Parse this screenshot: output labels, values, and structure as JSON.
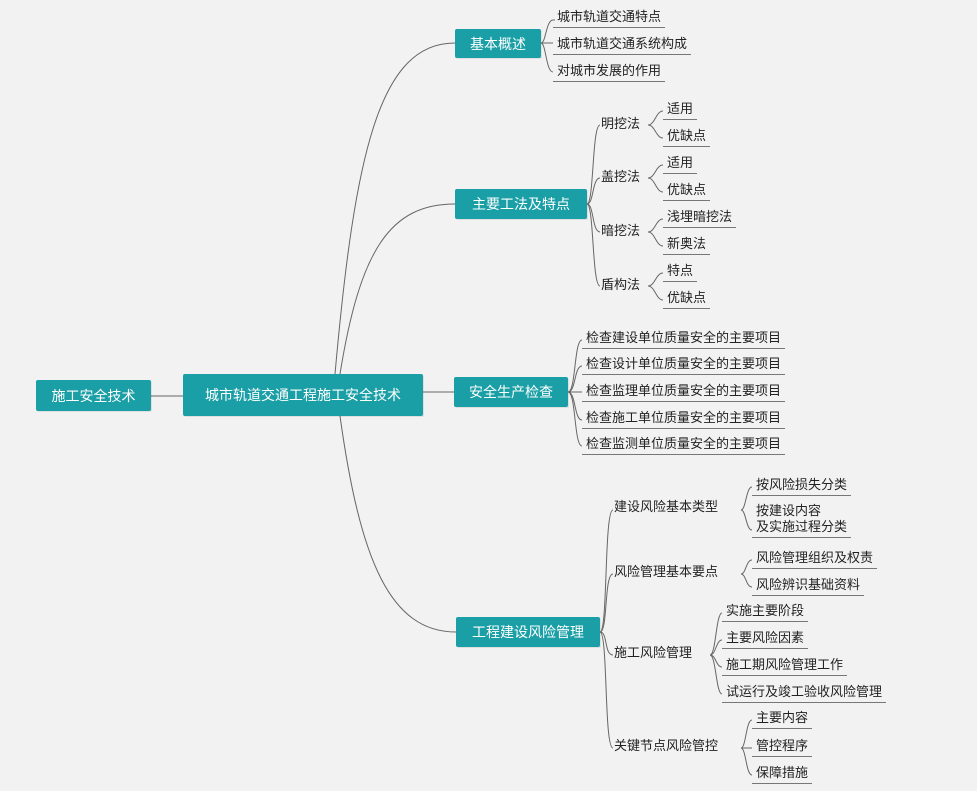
{
  "root": "施工安全技术",
  "center": "城市轨道交通工程施工安全技术",
  "branches": [
    {
      "title": "基本概述",
      "items": [
        "城市轨道交通特点",
        "城市轨道交通系统构成",
        "对城市发展的作用"
      ]
    },
    {
      "title": "主要工法及特点",
      "groups": [
        {
          "title": "明挖法",
          "items": [
            "适用",
            "优缺点"
          ]
        },
        {
          "title": "盖挖法",
          "items": [
            "适用",
            "优缺点"
          ]
        },
        {
          "title": "暗挖法",
          "items": [
            "浅埋暗挖法",
            "新奥法"
          ]
        },
        {
          "title": "盾构法",
          "items": [
            "特点",
            "优缺点"
          ]
        }
      ]
    },
    {
      "title": "安全生产检查",
      "items": [
        "检查建设单位质量安全的主要项目",
        "检查设计单位质量安全的主要项目",
        "检查监理单位质量安全的主要项目",
        "检查施工单位质量安全的主要项目",
        "检查监测单位质量安全的主要项目"
      ]
    },
    {
      "title": "工程建设风险管理",
      "groups": [
        {
          "title": "建设风险基本类型",
          "items": [
            "按风险损失分类",
            "按建设内容\n及实施过程分类"
          ]
        },
        {
          "title": "风险管理基本要点",
          "items": [
            "风险管理组织及权责",
            "风险辨识基础资料"
          ]
        },
        {
          "title": "施工风险管理",
          "items": [
            "实施主要阶段",
            "主要风险因素",
            "施工期风险管理工作",
            "试运行及竣工验收风险管理"
          ]
        },
        {
          "title": "关键节点风险管控",
          "items": [
            "主要内容",
            "管控程序",
            "保障措施"
          ]
        }
      ]
    }
  ]
}
